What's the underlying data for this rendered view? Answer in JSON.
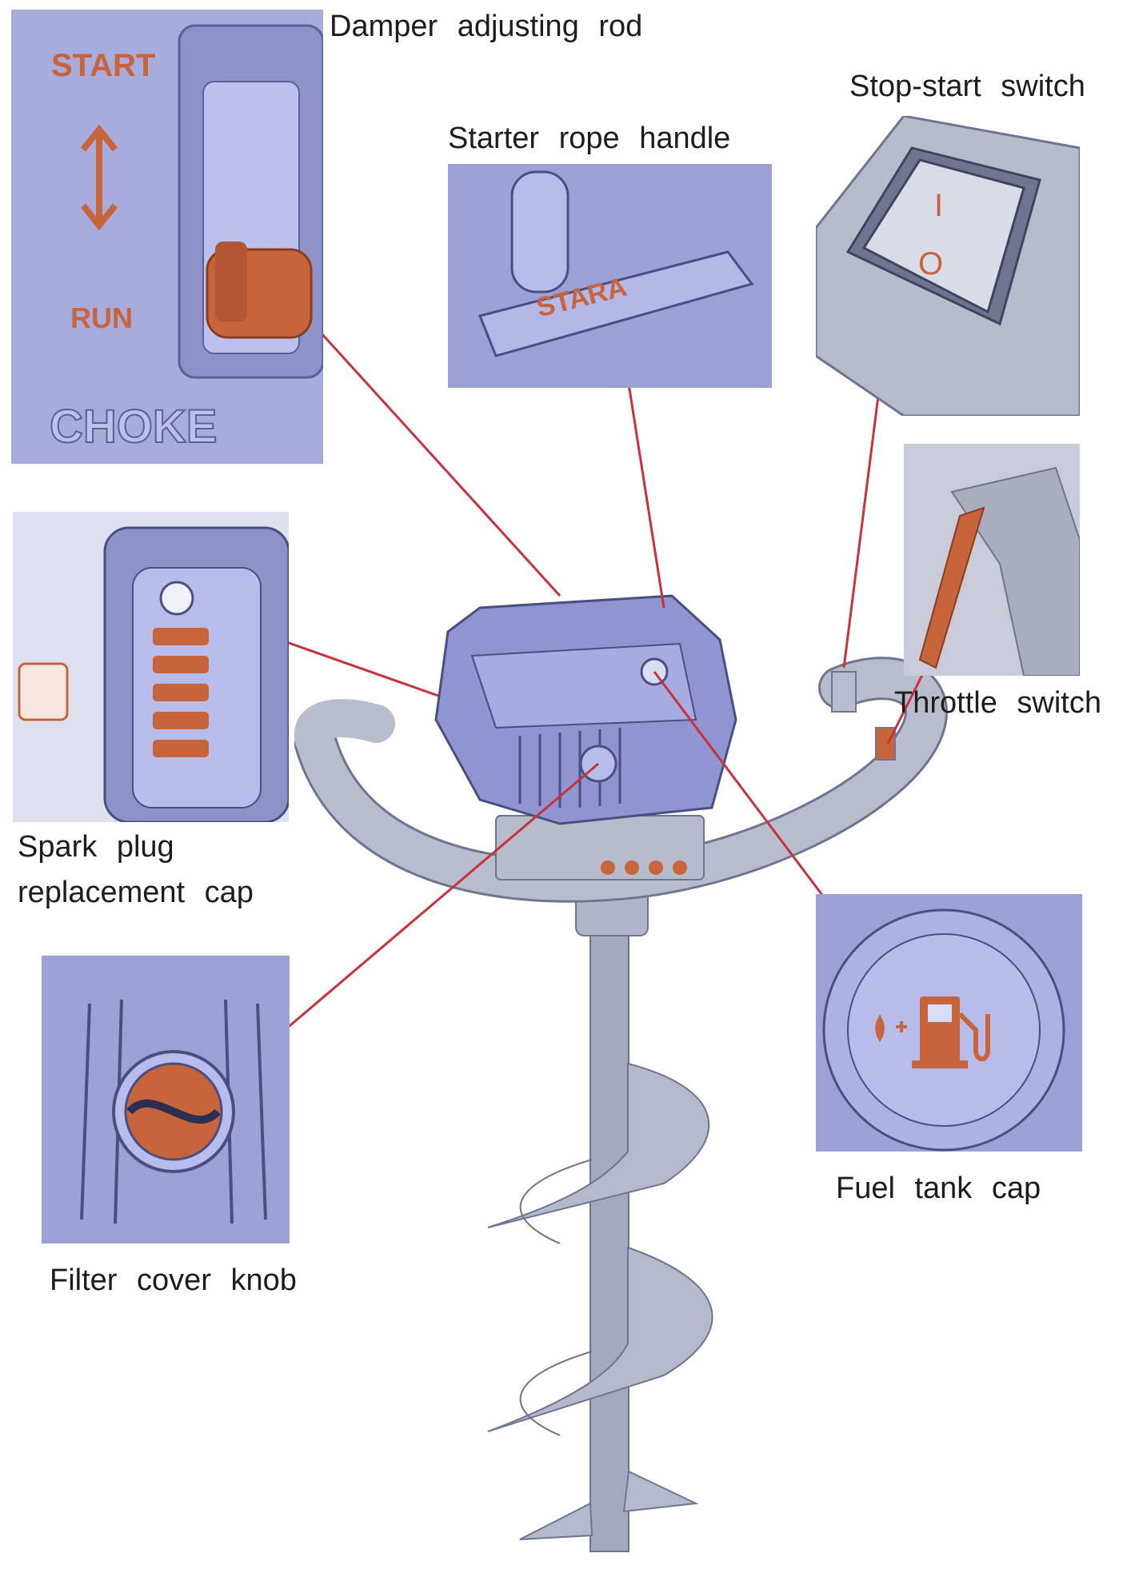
{
  "labels": {
    "damper": "Damper adjusting rod",
    "stop_start": "Stop-start switch",
    "starter": "Starter rope handle",
    "throttle": "Throttle switch",
    "spark_line1": "Spark plug",
    "spark_line2": "replacement cap",
    "filter": "Filter cover knob",
    "fuel": "Fuel tank cap"
  },
  "choke_panel": {
    "start": "START",
    "run": "RUN",
    "choke": "CHOKE"
  },
  "starter_panel": {
    "brand": "STARA"
  },
  "switch_panel": {
    "on_mark": "I",
    "off_mark": "O"
  },
  "colors": {
    "line": "#c8323c",
    "body": "#a9aede",
    "body_dark": "#7f86c2",
    "accent": "#c8643c",
    "metal": "#aab0c4"
  }
}
